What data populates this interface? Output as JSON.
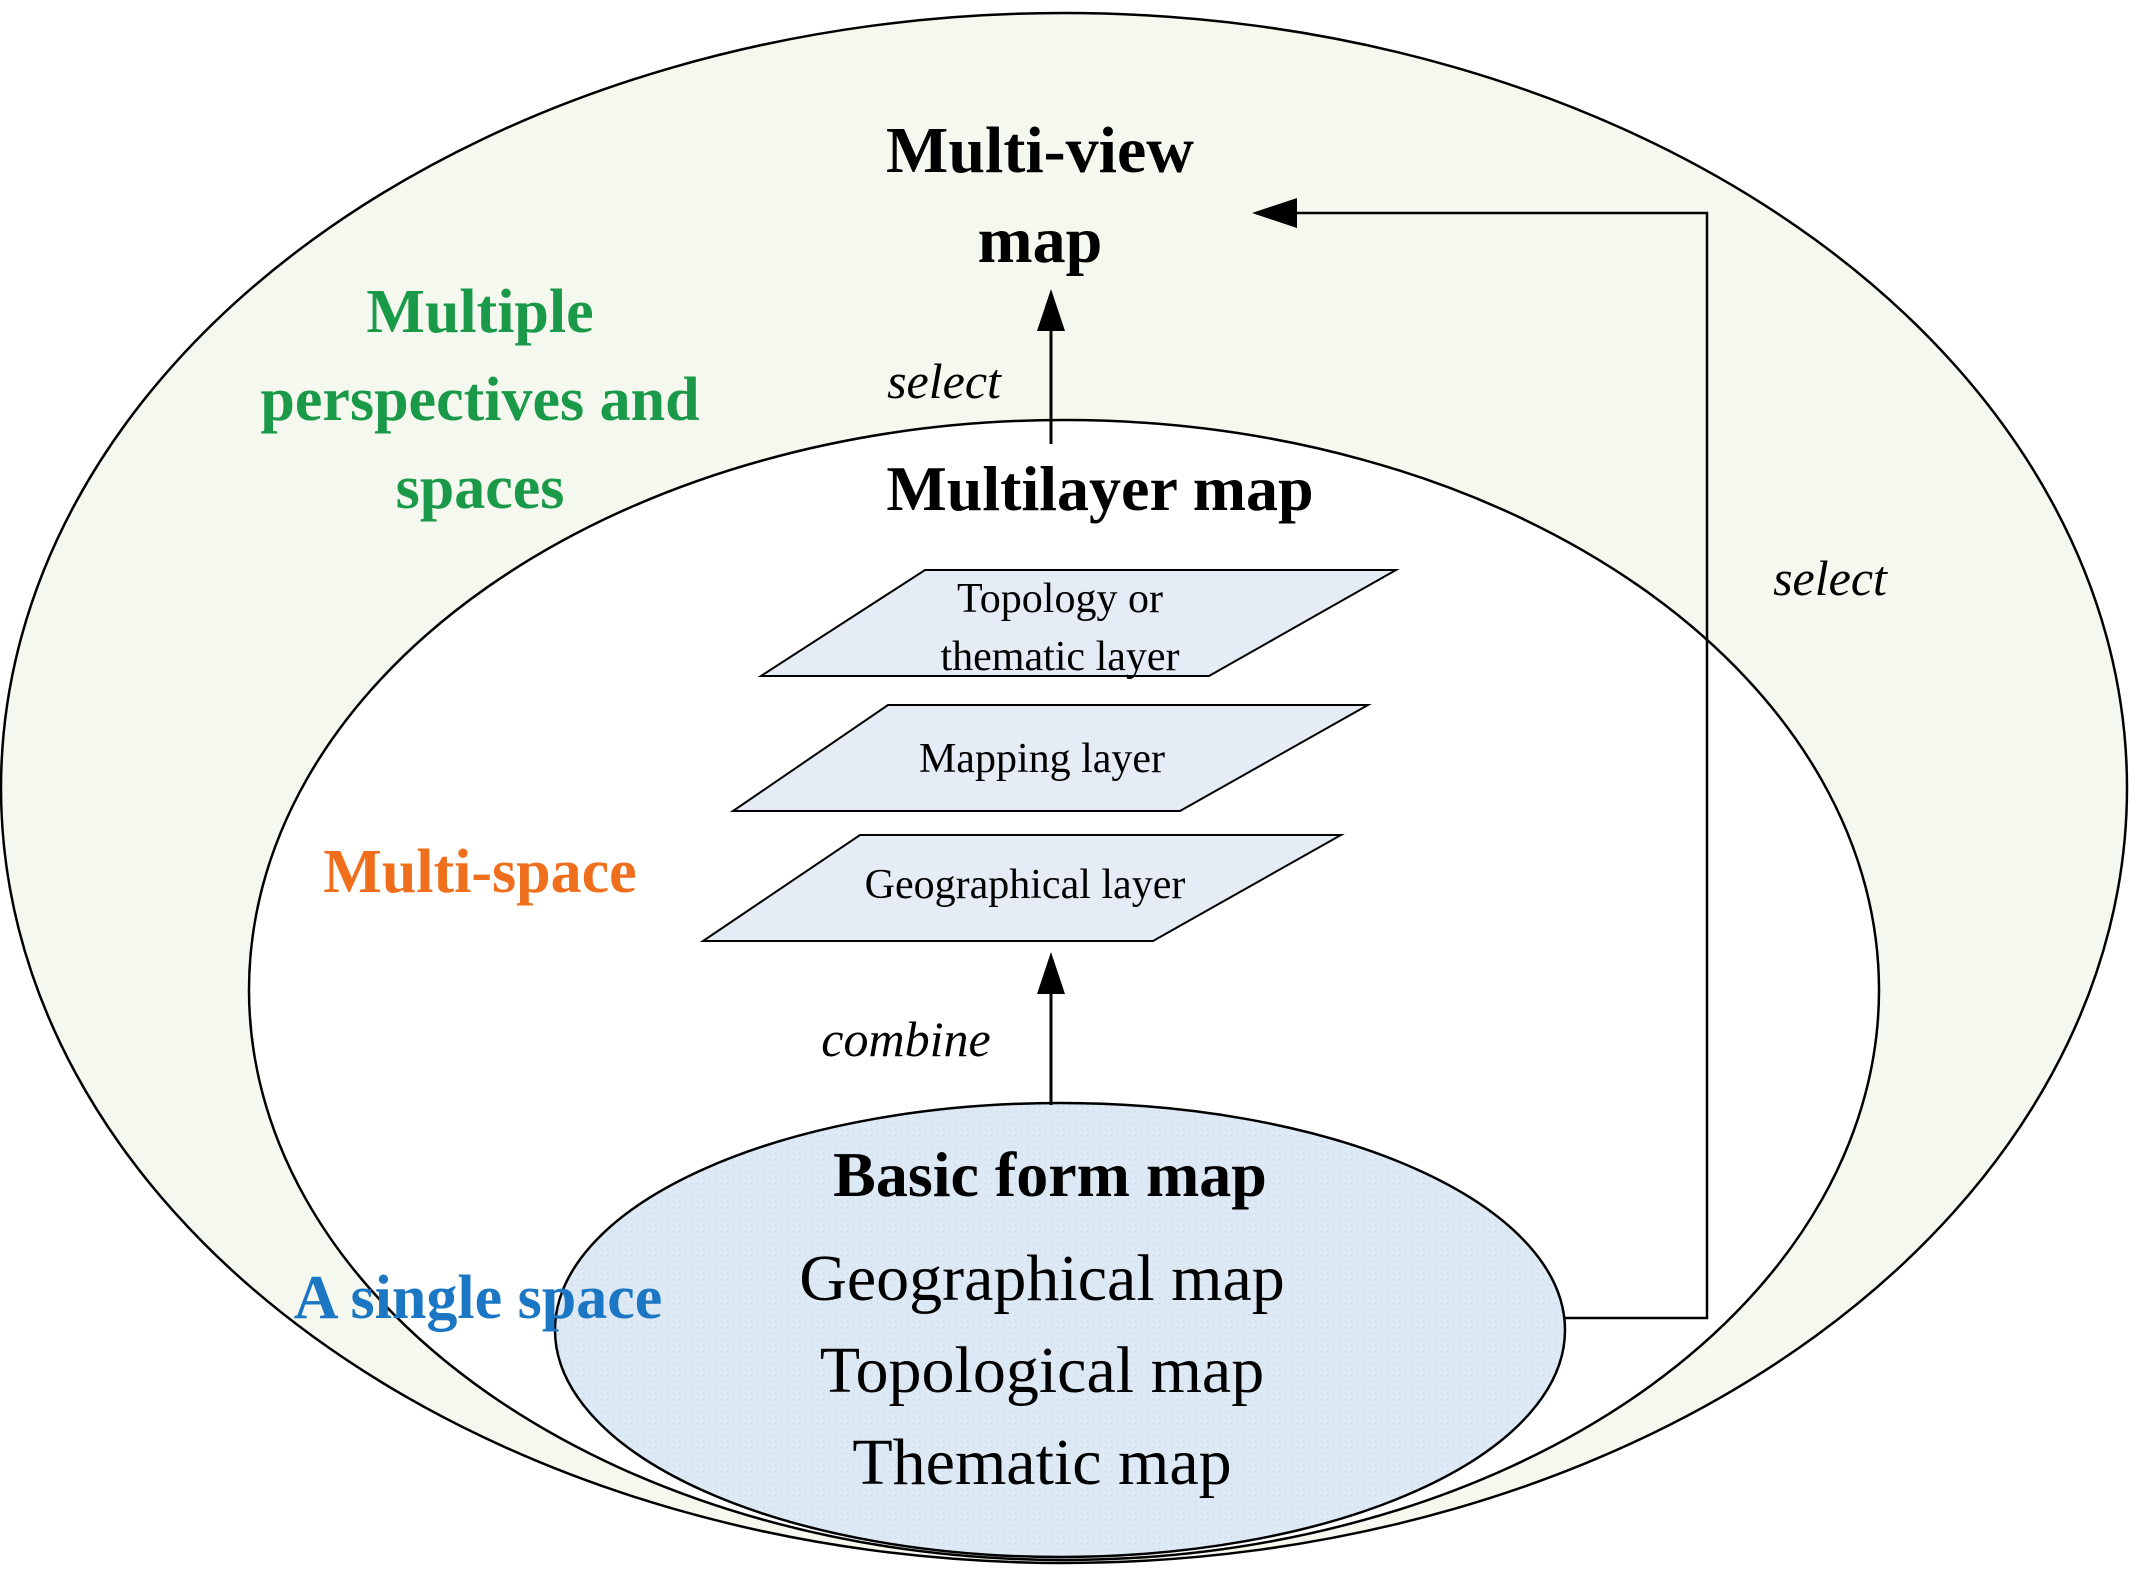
{
  "colors": {
    "outer_fill": "#f4f8ef",
    "layer_fill": "#e6ecf6",
    "single_space_fill": "#dde9f5",
    "stroke": "#000000",
    "perspectives_label": "#1a9a49",
    "multispace_label": "#ef6f1c",
    "single_space_label": "#1b77c3"
  },
  "diagram": {
    "regions": {
      "outer": {
        "label_lines": [
          "Multiple",
          "perspectives and",
          "spaces"
        ]
      },
      "middle": {
        "label": "Multi-space"
      },
      "inner": {
        "label": "A single space"
      }
    },
    "nodes": {
      "multiview": {
        "title_lines": [
          "Multi-view",
          "map"
        ]
      },
      "multilayer": {
        "title": "Multilayer map",
        "layers": [
          {
            "label_lines": [
              "Topology or",
              "thematic layer"
            ]
          },
          {
            "label": "Mapping layer"
          },
          {
            "label": "Geographical layer"
          }
        ]
      },
      "basic": {
        "title": "Basic form map",
        "items": [
          "Geographical map",
          "Topological map",
          "Thematic map"
        ]
      }
    },
    "edges": {
      "combine": "combine",
      "select_up": "select",
      "select_side": "select"
    }
  }
}
